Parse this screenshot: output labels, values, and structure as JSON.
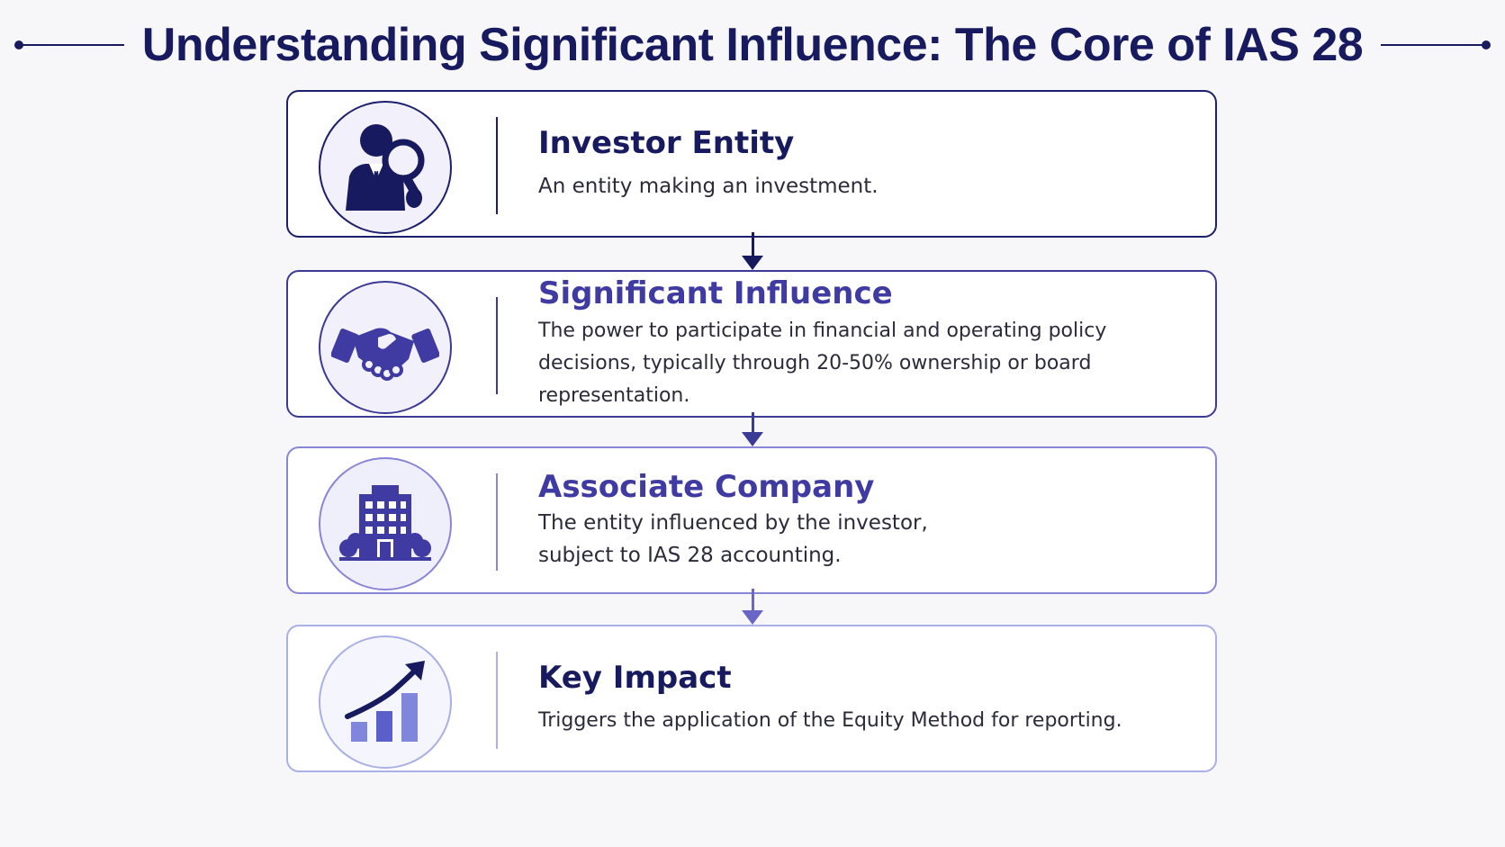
{
  "title": "Understanding Significant Influence: The Core of IAS 28",
  "steps": [
    {
      "icon": "investor-magnifier-icon",
      "title": "Investor Entity",
      "description_lines": [
        "An entity making an investment."
      ]
    },
    {
      "icon": "handshake-icon",
      "title": "Significant Influence",
      "description_lines": [
        "The power to participate in financial and operating policy",
        "decisions, typically through 20-50% ownership or board representation."
      ]
    },
    {
      "icon": "building-icon",
      "title": "Associate Company",
      "description_lines": [
        "The entity influenced by the investor,",
        "subject to IAS 28 accounting."
      ]
    },
    {
      "icon": "growth-chart-icon",
      "title": "Key Impact",
      "description_lines": [
        "Triggers the application of the Equity Method for reporting."
      ]
    }
  ],
  "colors": {
    "navy": "#171a5e",
    "indigo": "#3f3ba2",
    "lavender": "#8a86d6",
    "periwinkle": "#a8b0e6",
    "background": "#f7f7f9"
  }
}
